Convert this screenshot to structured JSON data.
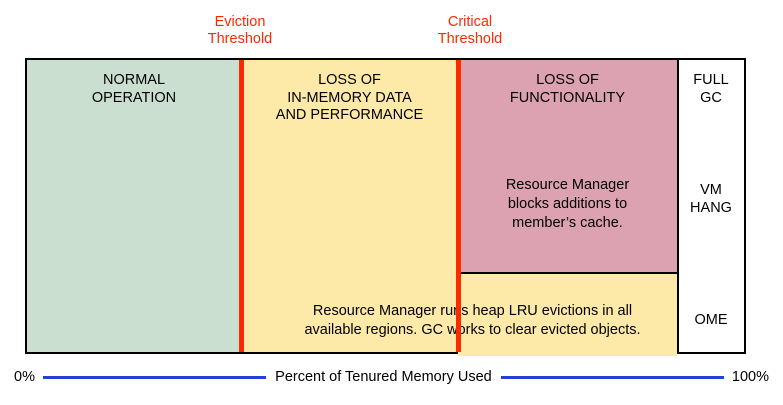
{
  "diagram": {
    "title": "Percent of Tenured Memory Used",
    "threshold_color": "#fc2a00",
    "axis_color": "#2341d8",
    "thresholds": [
      {
        "name": "eviction",
        "label": "Eviction\nThreshold"
      },
      {
        "name": "critical",
        "label": "Critical\nThreshold"
      }
    ],
    "zones": [
      {
        "name": "normal-operation",
        "heading": "NORMAL\nOPERATION",
        "color": "#cbdfd1",
        "note": ""
      },
      {
        "name": "loss-of-in-memory-data",
        "heading": "LOSS OF\nIN-MEMORY DATA\nAND PERFORMANCE",
        "color": "#fde9a8",
        "note": "Resource Manager runs heap LRU evictions in all\navailable regions. GC works to clear evicted objects."
      },
      {
        "name": "loss-of-functionality",
        "heading": "LOSS OF\nFUNCTIONALITY",
        "color": "#dda2b2",
        "note": "Resource Manager\nblocks additions to\nmember’s cache."
      }
    ],
    "status_column": [
      {
        "name": "full-gc",
        "label": "FULL\nGC"
      },
      {
        "name": "vm-hang",
        "label": "VM\nHANG"
      },
      {
        "name": "ome",
        "label": "OME"
      }
    ],
    "axis": {
      "start_label": "0%",
      "end_label": "100%",
      "title": "Percent of Tenured Memory Used"
    }
  }
}
